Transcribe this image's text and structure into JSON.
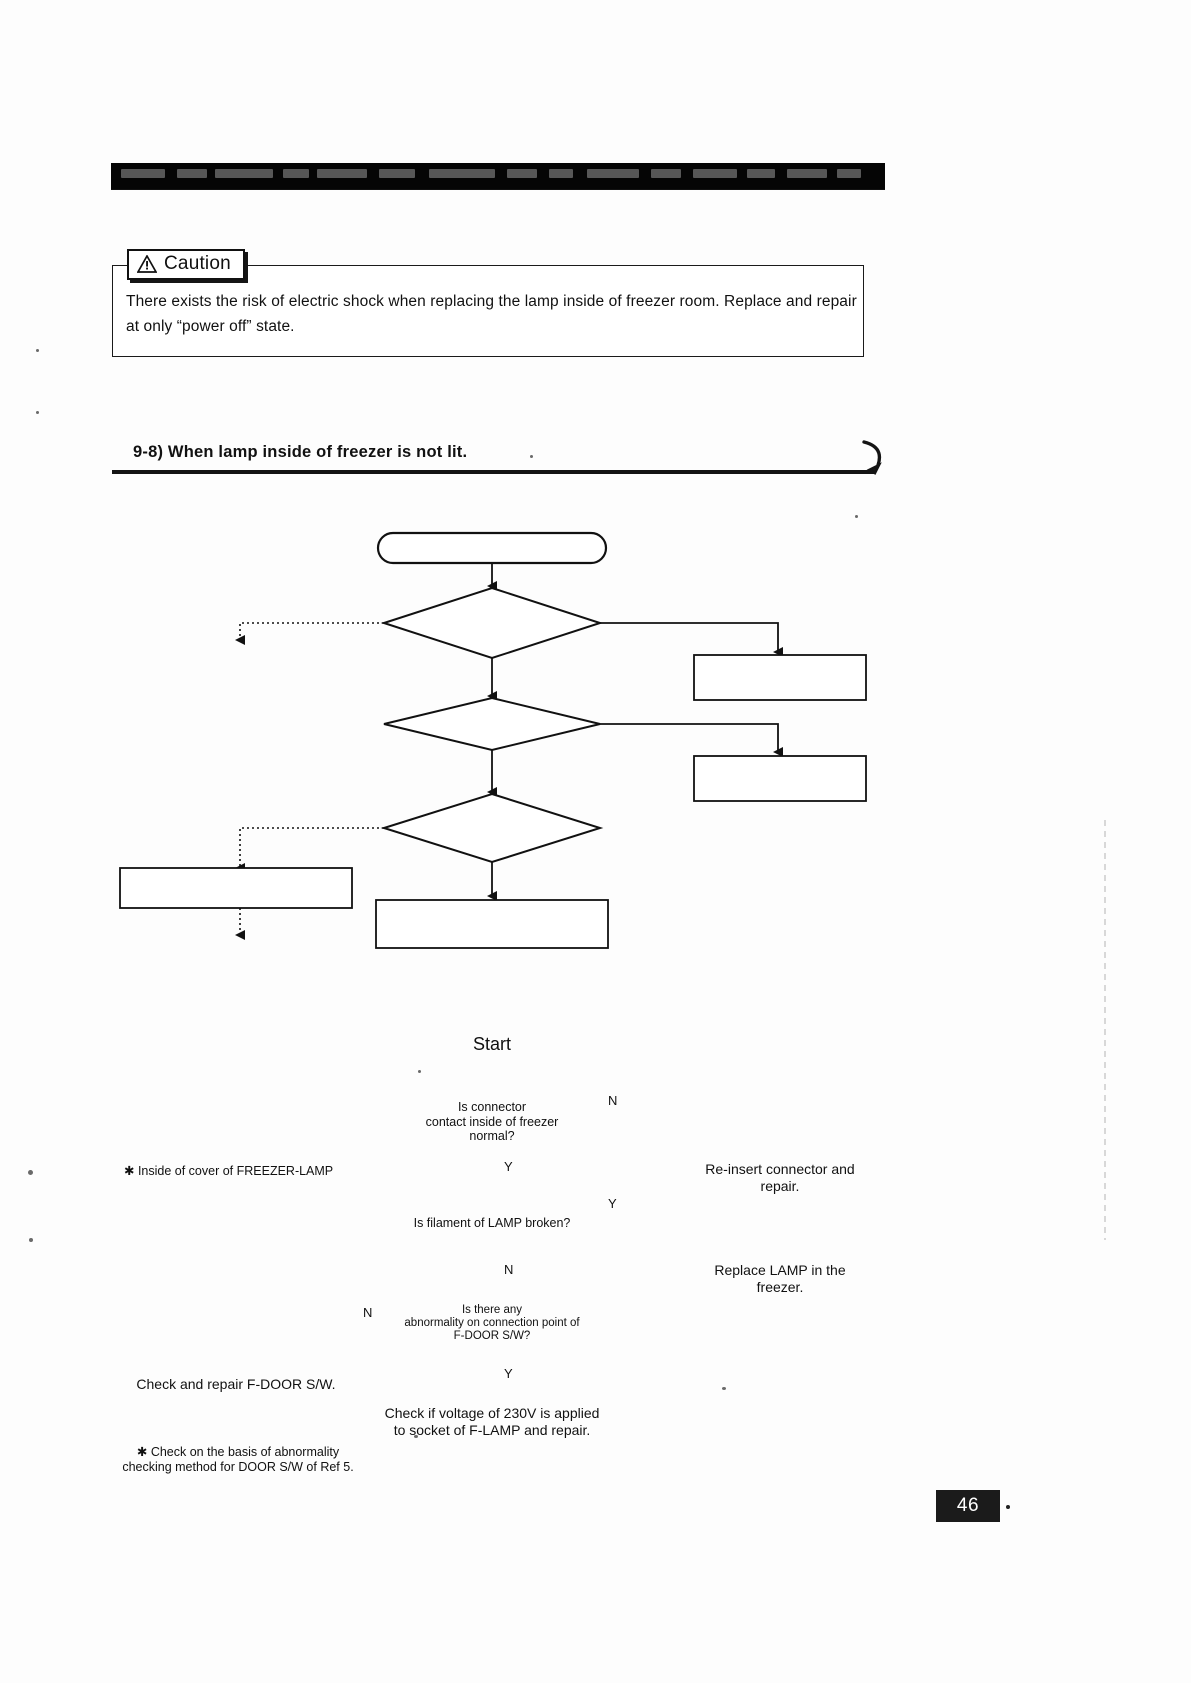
{
  "page": {
    "number": "46",
    "banner_alt": "scanned black header bar"
  },
  "caution": {
    "tab_label": "Caution",
    "icon": "warning-triangle-icon",
    "body": "There exists the risk of electric shock when replacing the lamp inside of freezer room. Replace and repair at only “power off” state."
  },
  "section": {
    "number": "9-8)",
    "title": "9-8) When lamp inside of freezer is not lit."
  },
  "flowchart": {
    "type": "troubleshooting-flowchart",
    "nodes": {
      "start": "Start",
      "d1": "Is connector\ncontact inside of freezer\nnormal?",
      "d2": "Is filament of LAMP broken?",
      "d3": "Is there any\nabnormality on connection point of\nF-DOOR S/W?",
      "p1": "Re-insert connector and repair.",
      "p2": "Replace LAMP in the freezer.",
      "p3": "Check and repair F-DOOR S/W.",
      "p4": "Check if voltage of 230V is applied to socket of F-LAMP and repair."
    },
    "branch_labels": {
      "d1_no": "N",
      "d1_yes": "Y",
      "d2_yes": "Y",
      "d2_no": "N",
      "d3_no": "N",
      "d3_yes": "Y"
    },
    "annotations": {
      "note1": "✱ Inside of  cover of FREEZER-LAMP",
      "note2": "✱ Check on the basis of abnormality\nchecking method for DOOR S/W of Ref 5."
    }
  }
}
